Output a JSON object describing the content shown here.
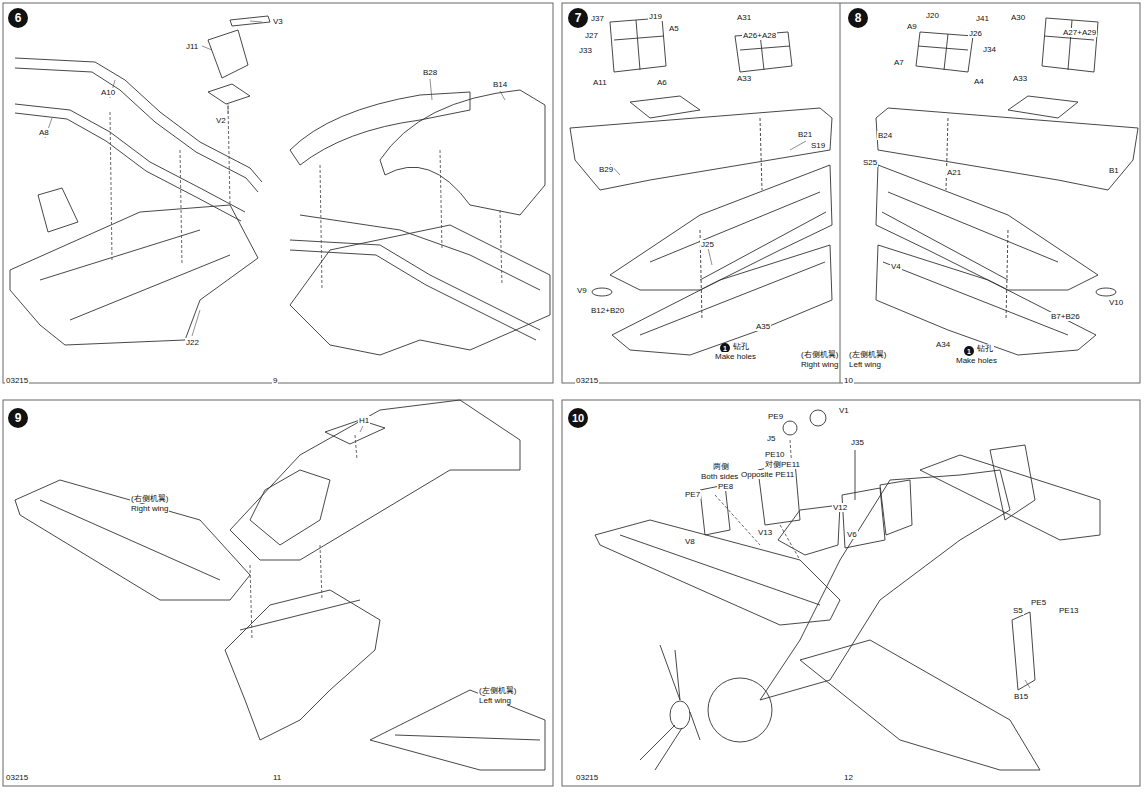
{
  "diagram": {
    "nodes": [
      {
        "text": [
          "6"
        ]
      },
      {
        "text": [
          "7"
        ]
      },
      {
        "text": [
          "1"
        ]
      },
      {
        "text": [
          "8"
        ]
      },
      {
        "text": [
          "1"
        ]
      },
      {
        "text": [
          "9"
        ]
      },
      {
        "text": [
          "10"
        ]
      }
    ],
    "labels": [
      "V3",
      "J11",
      "V2",
      "A10",
      "A8",
      "B28",
      "B14",
      "J22",
      "03215",
      "9",
      "J37",
      "J19",
      "A5",
      "J27",
      "J33",
      "A11",
      "A6",
      "A31",
      "A26+A28",
      "A33",
      "B29",
      "B21",
      "S19",
      "V9",
      "B12+B20",
      "J25",
      "A35",
      "钻孔",
      "Make holes",
      "(右侧机翼)",
      "Right wing",
      "03215",
      "J20",
      "J41",
      "A9",
      "J26",
      "J34",
      "A7",
      "A4",
      "A30",
      "A27+A29",
      "A33",
      "B24",
      "S25",
      "A21",
      "B1",
      "V4",
      "B7+B26",
      "V10",
      "A34",
      "(左侧机翼)",
      "Left wing",
      "钻孔",
      "Make holes",
      "10",
      "H1",
      "(右侧机翼)",
      "Right wing",
      "(左侧机翼)",
      "Left wing",
      "03215",
      "11",
      "PE9",
      "V1",
      "J5",
      "PE10",
      "对侧PE11",
      "Opposite PE11",
      "两侧",
      "Both sides",
      "PE8",
      "PE7",
      "V8",
      "V13",
      "J35",
      "V12",
      "V6",
      "S5",
      "PE5",
      "PE13",
      "B15",
      "03215",
      "12"
    ]
  }
}
